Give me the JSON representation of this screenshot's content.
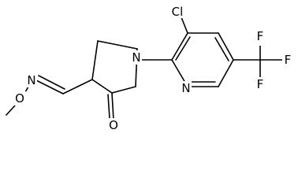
{
  "structure": {
    "atom_labels": {
      "cl": "Cl",
      "n_ring": "N",
      "n_pyridine": "N",
      "o_carbonyl": "O",
      "n_oxime": "N",
      "o_oxime": "O",
      "f_top": "F",
      "f_right": "F",
      "f_bottom": "F"
    }
  }
}
